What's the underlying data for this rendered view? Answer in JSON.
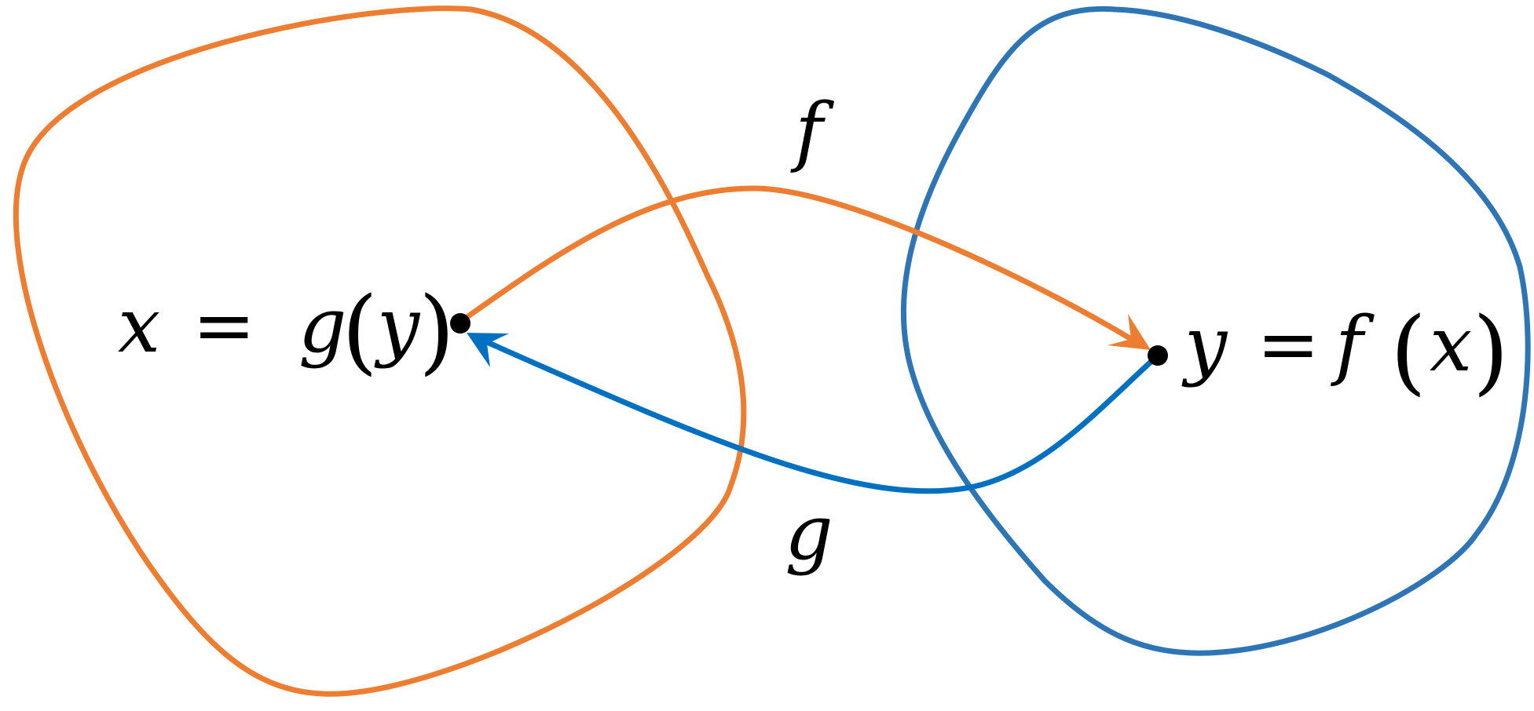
{
  "colors": {
    "set_x": "#ED7D31",
    "set_y": "#2E75B6",
    "map_f": "#ED7D31",
    "map_g": "#0070C0",
    "point": "#000000",
    "text": "#000000"
  },
  "labels": {
    "f": "f",
    "g": "g",
    "eq_x": {
      "lhs": "x",
      "op": "=",
      "fn": "g",
      "lparen": "(",
      "arg": "y",
      "rparen": ")"
    },
    "eq_y": {
      "lhs": "y",
      "op": "=",
      "fn": "f",
      "lparen": "(",
      "arg": "x",
      "rparen": ")"
    }
  }
}
